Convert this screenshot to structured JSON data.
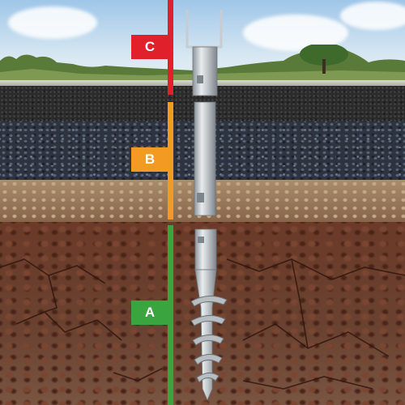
{
  "labels": {
    "c": "C",
    "b": "B",
    "a": "A"
  },
  "colors": {
    "c_zone": "#e0202a",
    "b_zone": "#f39a22",
    "a_zone": "#3aa53f"
  }
}
